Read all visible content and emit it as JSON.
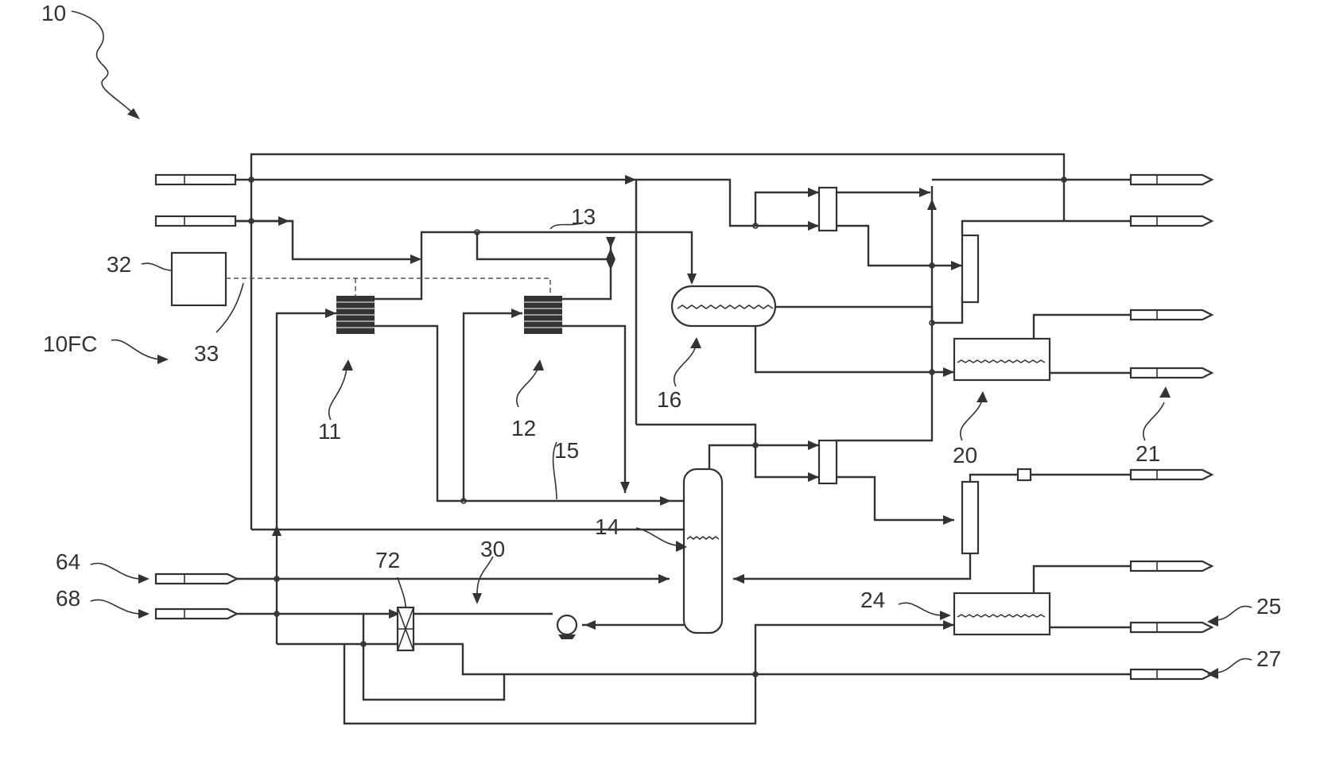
{
  "labels": {
    "fig": "10",
    "fc": "10FC",
    "reactor1": "11",
    "reactor2": "12",
    "stream13": "13",
    "column14": "14",
    "stream15": "15",
    "vessel16": "16",
    "exch20": "20",
    "out21": "21",
    "exch24": "24",
    "out25": "25",
    "out27": "27",
    "stream30": "30",
    "controller32": "32",
    "signal33": "33",
    "feed64": "64",
    "feed68": "68",
    "unit72": "72"
  },
  "colors": {
    "line": "#333333",
    "background": "#ffffff"
  }
}
